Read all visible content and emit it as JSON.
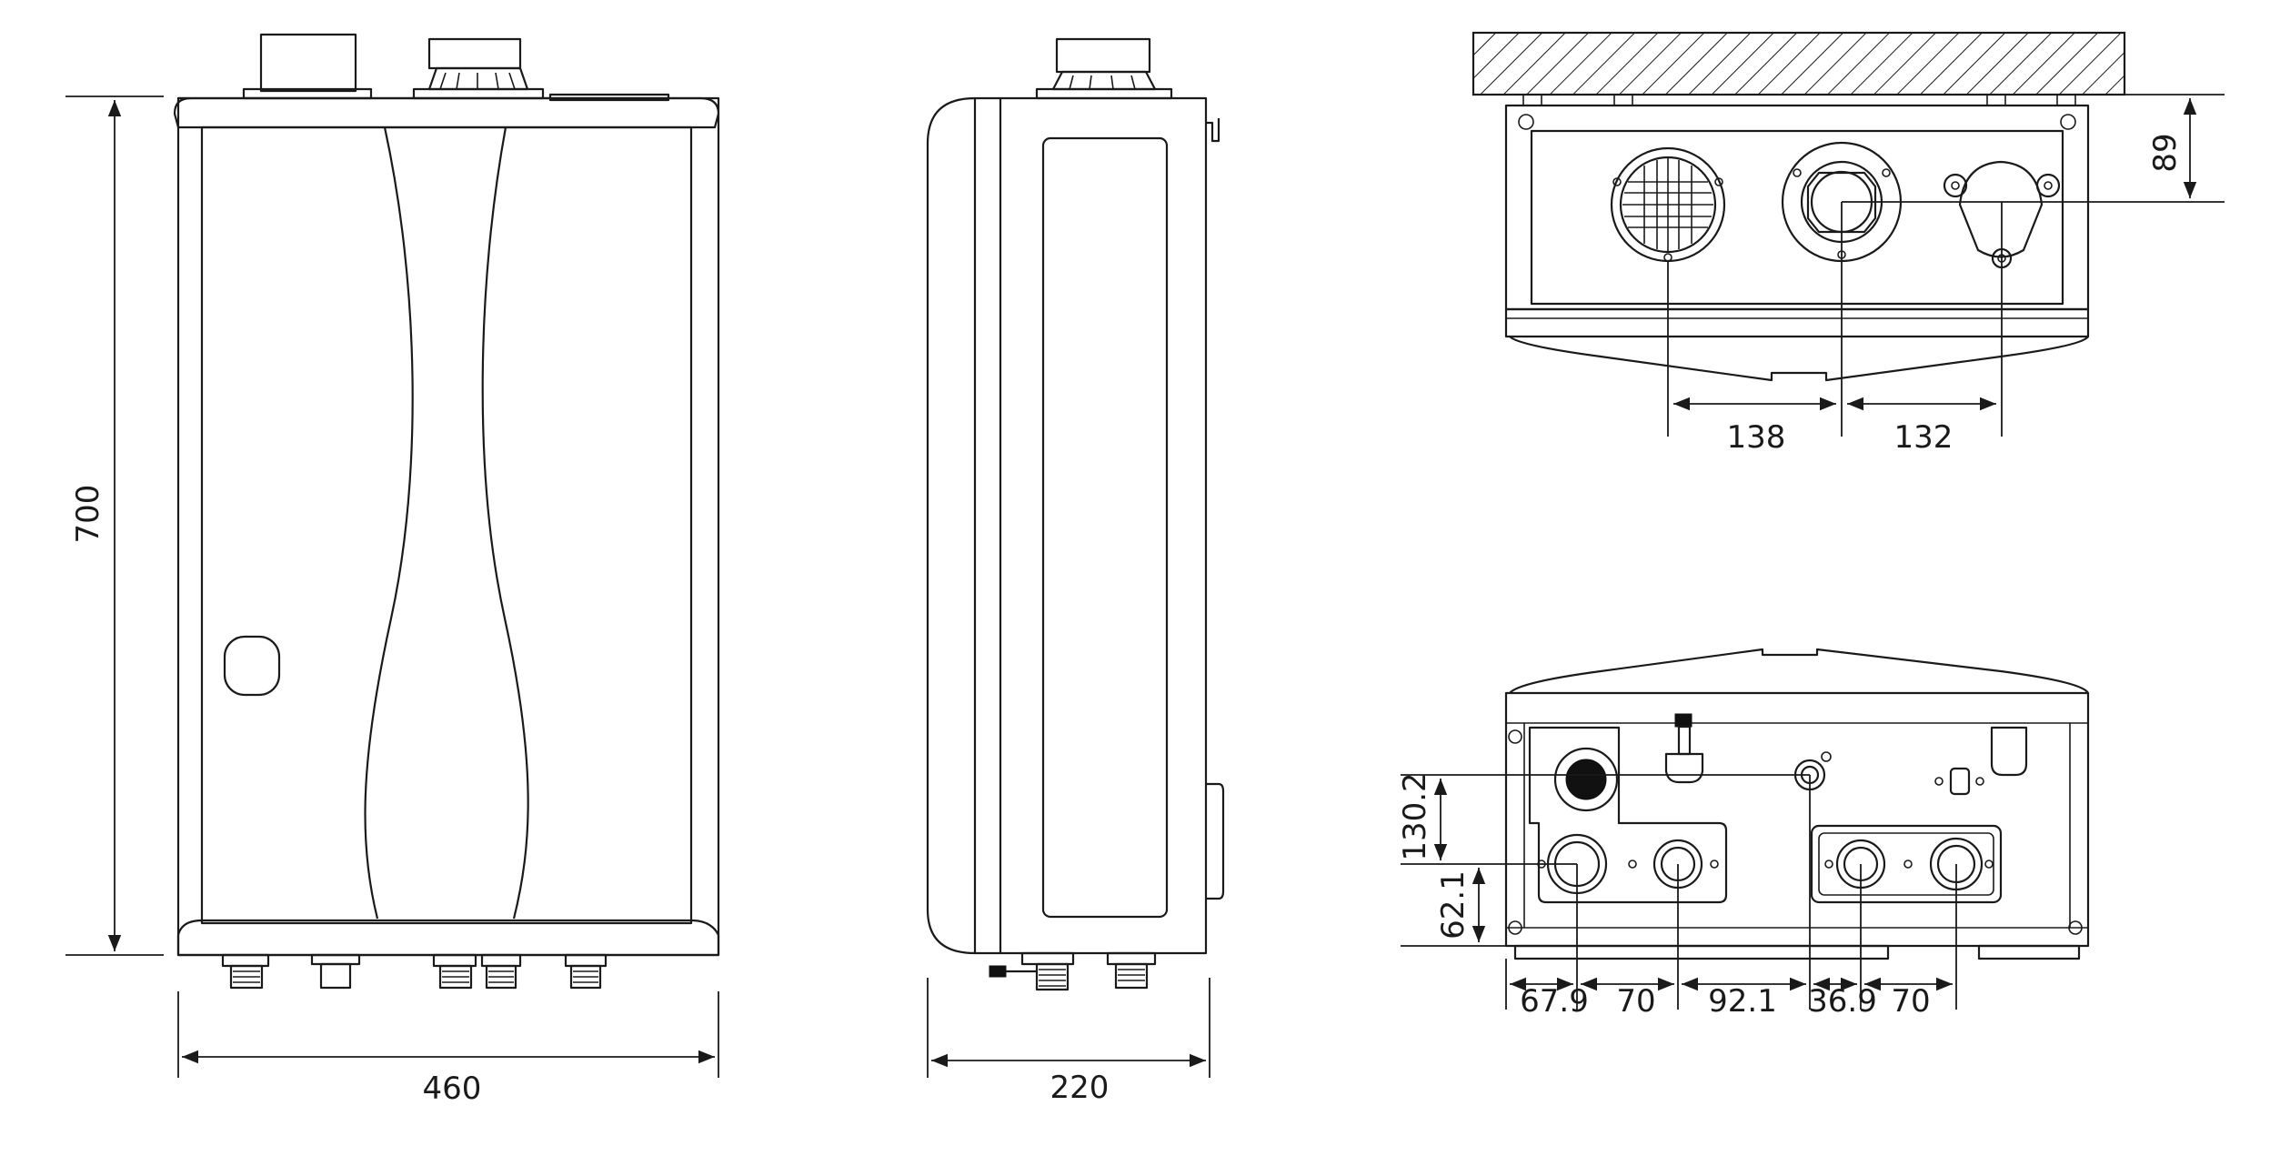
{
  "diagram": {
    "front_view": {
      "height_label": "700",
      "width_label": "460"
    },
    "side_view": {
      "depth_label": "220"
    },
    "top_view": {
      "offset_label": "89",
      "spacing_left_label": "138",
      "spacing_right_label": "132"
    },
    "bottom_view": {
      "vertical_upper_label": "130.2",
      "vertical_lower_label": "62.1",
      "horizontal_labels": [
        "67.9",
        "70",
        "92.1",
        "36.9",
        "70"
      ]
    }
  }
}
